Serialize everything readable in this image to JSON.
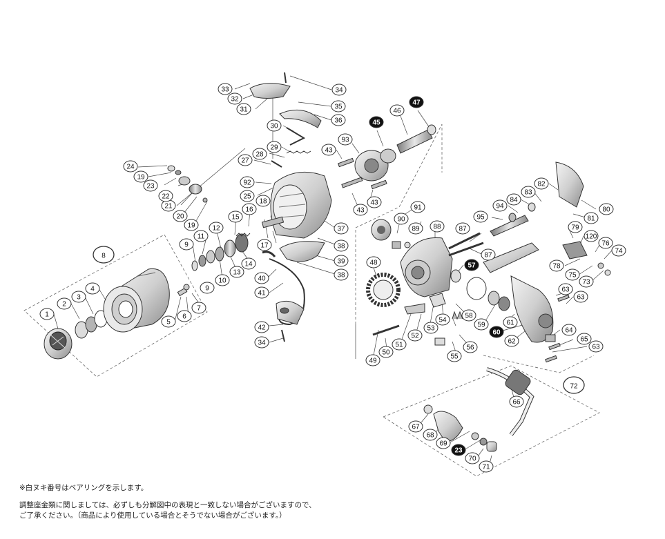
{
  "labels": [
    {
      "text": "1",
      "bearing": false
    },
    {
      "text": "2",
      "bearing": false
    },
    {
      "text": "3",
      "bearing": false
    },
    {
      "text": "4",
      "bearing": false
    },
    {
      "text": "5",
      "bearing": false
    },
    {
      "text": "6",
      "bearing": false
    },
    {
      "text": "7",
      "bearing": false
    },
    {
      "text": "8",
      "bearing": false,
      "large": true
    },
    {
      "text": "9",
      "bearing": false
    },
    {
      "text": "9",
      "bearing": false
    },
    {
      "text": "10",
      "bearing": false
    },
    {
      "text": "11",
      "bearing": false
    },
    {
      "text": "12",
      "bearing": false
    },
    {
      "text": "13",
      "bearing": false
    },
    {
      "text": "14",
      "bearing": false
    },
    {
      "text": "15",
      "bearing": false
    },
    {
      "text": "16",
      "bearing": false
    },
    {
      "text": "17",
      "bearing": false
    },
    {
      "text": "18",
      "bearing": false
    },
    {
      "text": "19",
      "bearing": false
    },
    {
      "text": "19",
      "bearing": false
    },
    {
      "text": "20",
      "bearing": false
    },
    {
      "text": "21",
      "bearing": false
    },
    {
      "text": "22",
      "bearing": false
    },
    {
      "text": "23",
      "bearing": false
    },
    {
      "text": "24",
      "bearing": false
    },
    {
      "text": "25",
      "bearing": false
    },
    {
      "text": "27",
      "bearing": false
    },
    {
      "text": "28",
      "bearing": false
    },
    {
      "text": "29",
      "bearing": false
    },
    {
      "text": "30",
      "bearing": false
    },
    {
      "text": "31",
      "bearing": false
    },
    {
      "text": "32",
      "bearing": false
    },
    {
      "text": "33",
      "bearing": false
    },
    {
      "text": "34",
      "bearing": false
    },
    {
      "text": "35",
      "bearing": false
    },
    {
      "text": "36",
      "bearing": false
    },
    {
      "text": "37",
      "bearing": false
    },
    {
      "text": "38",
      "bearing": false
    },
    {
      "text": "39",
      "bearing": false
    },
    {
      "text": "38",
      "bearing": false
    },
    {
      "text": "40",
      "bearing": false
    },
    {
      "text": "41",
      "bearing": false
    },
    {
      "text": "42",
      "bearing": false
    },
    {
      "text": "34",
      "bearing": false
    },
    {
      "text": "92",
      "bearing": false
    },
    {
      "text": "43",
      "bearing": false
    },
    {
      "text": "43",
      "bearing": false
    },
    {
      "text": "43",
      "bearing": false
    },
    {
      "text": "93",
      "bearing": false
    },
    {
      "text": "45",
      "bearing": true
    },
    {
      "text": "46",
      "bearing": false
    },
    {
      "text": "47",
      "bearing": true
    },
    {
      "text": "48",
      "bearing": false
    },
    {
      "text": "91",
      "bearing": false
    },
    {
      "text": "90",
      "bearing": false
    },
    {
      "text": "89",
      "bearing": false
    },
    {
      "text": "88",
      "bearing": false
    },
    {
      "text": "87",
      "bearing": false
    },
    {
      "text": "87",
      "bearing": false
    },
    {
      "text": "57",
      "bearing": true
    },
    {
      "text": "95",
      "bearing": false
    },
    {
      "text": "94",
      "bearing": false
    },
    {
      "text": "84",
      "bearing": false
    },
    {
      "text": "83",
      "bearing": false
    },
    {
      "text": "82",
      "bearing": false
    },
    {
      "text": "80",
      "bearing": false
    },
    {
      "text": "81",
      "bearing": false
    },
    {
      "text": "79",
      "bearing": false
    },
    {
      "text": "120",
      "bearing": false
    },
    {
      "text": "76",
      "bearing": false
    },
    {
      "text": "74",
      "bearing": false
    },
    {
      "text": "78",
      "bearing": false
    },
    {
      "text": "75",
      "bearing": false
    },
    {
      "text": "73",
      "bearing": false
    },
    {
      "text": "63",
      "bearing": false
    },
    {
      "text": "63",
      "bearing": false
    },
    {
      "text": "63",
      "bearing": false
    },
    {
      "text": "61",
      "bearing": false
    },
    {
      "text": "60",
      "bearing": true
    },
    {
      "text": "62",
      "bearing": false
    },
    {
      "text": "64",
      "bearing": false
    },
    {
      "text": "65",
      "bearing": false
    },
    {
      "text": "59",
      "bearing": false
    },
    {
      "text": "58",
      "bearing": false
    },
    {
      "text": "54",
      "bearing": false
    },
    {
      "text": "53",
      "bearing": false
    },
    {
      "text": "52",
      "bearing": false
    },
    {
      "text": "51",
      "bearing": false
    },
    {
      "text": "50",
      "bearing": false
    },
    {
      "text": "49",
      "bearing": false
    },
    {
      "text": "56",
      "bearing": false
    },
    {
      "text": "55",
      "bearing": false
    },
    {
      "text": "72",
      "bearing": false,
      "large": true
    },
    {
      "text": "66",
      "bearing": false
    },
    {
      "text": "67",
      "bearing": false
    },
    {
      "text": "68",
      "bearing": false
    },
    {
      "text": "69",
      "bearing": false
    },
    {
      "text": "23",
      "bearing": true
    },
    {
      "text": "70",
      "bearing": false
    },
    {
      "text": "71",
      "bearing": false
    }
  ],
  "notes": {
    "bearing_note": "※白ヌキ番号はベアリングを示します。",
    "disclaimer_line1": "調整座金類に関しましては、必ずしも分解図中の表現と一致しない場合がございますので、",
    "disclaimer_line2": "ご了承ください。（商品により使用している場合とそうでない場合がございます。）"
  },
  "colors": {
    "line": "#333333",
    "bearing_fill": "#111111",
    "part_fill": "#e6e6e6",
    "part_dark": "#9a9a9a"
  }
}
